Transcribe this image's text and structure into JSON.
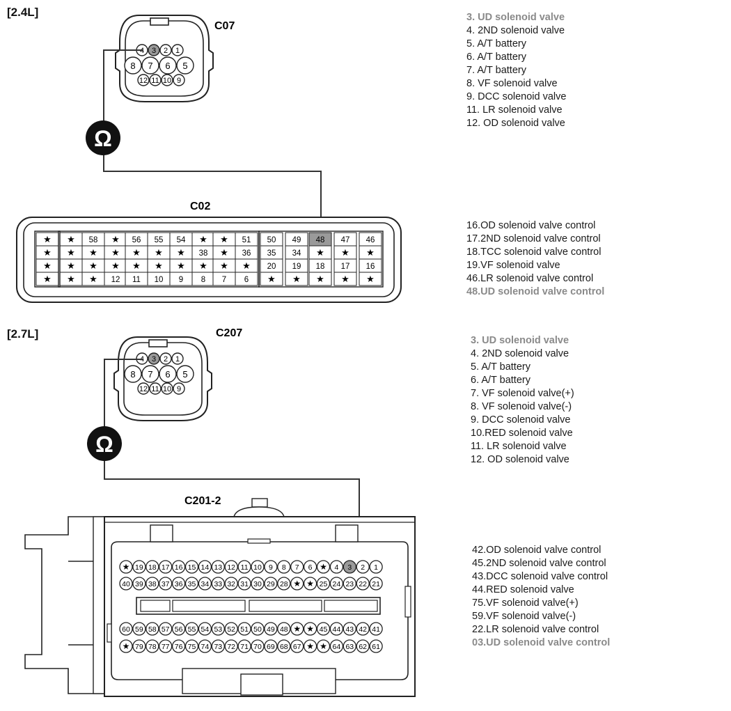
{
  "section_24": {
    "title": "[2.4L]",
    "connector_top": "C07",
    "connector_bottom": "C02",
    "c07_pins_top": [
      "4",
      "3",
      "2",
      "1"
    ],
    "c07_pins_mid": [
      "8",
      "7",
      "6",
      "5"
    ],
    "c07_pins_bot": [
      "12",
      "11",
      "10",
      "9"
    ],
    "c02_rows": [
      [
        "★",
        "★",
        "58",
        "★",
        "56",
        "55",
        "54",
        "★",
        "★",
        "51",
        "50",
        "49",
        "48",
        "47",
        "46"
      ],
      [
        "★",
        "★",
        "★",
        "★",
        "★",
        "★",
        "★",
        "38",
        "★",
        "36",
        "35",
        "34",
        "★",
        "★",
        "★"
      ],
      [
        "★",
        "★",
        "★",
        "★",
        "★",
        "★",
        "★",
        "★",
        "★",
        "★",
        "20",
        "19",
        "18",
        "17",
        "16"
      ],
      [
        "★",
        "★",
        "★",
        "12",
        "11",
        "10",
        "9",
        "8",
        "7",
        "6",
        "★",
        "★",
        "★",
        "★",
        "★"
      ]
    ],
    "legend_top": [
      {
        "text": "3. UD solenoid valve",
        "highlight": true
      },
      {
        "text": "4. 2ND solenoid valve",
        "highlight": false
      },
      {
        "text": "5. A/T battery",
        "highlight": false
      },
      {
        "text": "6. A/T battery",
        "highlight": false
      },
      {
        "text": "7. A/T battery",
        "highlight": false
      },
      {
        "text": "8. VF solenoid valve",
        "highlight": false
      },
      {
        "text": "9. DCC solenoid valve",
        "highlight": false
      },
      {
        "text": "11. LR solenoid valve",
        "highlight": false
      },
      {
        "text": "12. OD solenoid valve",
        "highlight": false
      }
    ],
    "legend_bottom": [
      {
        "text": "16.OD solenoid valve control",
        "highlight": false
      },
      {
        "text": "17.2ND solenoid valve control",
        "highlight": false
      },
      {
        "text": "18.TCC solenoid valve control",
        "highlight": false
      },
      {
        "text": "19.VF solenoid valve",
        "highlight": false
      },
      {
        "text": "46.LR solenoid valve control",
        "highlight": false
      },
      {
        "text": "48.UD solenoid valve control",
        "highlight": true
      }
    ]
  },
  "section_27": {
    "title": "[2.7L]",
    "connector_top": "C207",
    "connector_bottom": "C201-2",
    "c207_pins_top": [
      "4",
      "3",
      "2",
      "1"
    ],
    "c207_pins_mid": [
      "8",
      "7",
      "6",
      "5"
    ],
    "c207_pins_bot": [
      "12",
      "11",
      "10",
      "9"
    ],
    "c201_row1": [
      "★",
      "19",
      "18",
      "17",
      "16",
      "15",
      "14",
      "13",
      "12",
      "11",
      "10",
      "9",
      "8",
      "7",
      "6",
      "★",
      "4",
      "3",
      "2",
      "1"
    ],
    "c201_row2": [
      "40",
      "39",
      "38",
      "37",
      "36",
      "35",
      "34",
      "33",
      "32",
      "31",
      "30",
      "29",
      "28",
      "★",
      "★",
      "25",
      "24",
      "23",
      "22",
      "21"
    ],
    "c201_row3": [
      "60",
      "59",
      "58",
      "57",
      "56",
      "55",
      "54",
      "53",
      "52",
      "51",
      "50",
      "49",
      "48",
      "★",
      "★",
      "45",
      "44",
      "43",
      "42",
      "41"
    ],
    "c201_row4": [
      "★",
      "79",
      "78",
      "77",
      "76",
      "75",
      "74",
      "73",
      "72",
      "71",
      "70",
      "69",
      "68",
      "67",
      "★",
      "★",
      "64",
      "63",
      "62",
      "61"
    ],
    "legend_top": [
      {
        "text": "3. UD solenoid valve",
        "highlight": true
      },
      {
        "text": "4. 2ND solenoid valve",
        "highlight": false
      },
      {
        "text": "5. A/T battery",
        "highlight": false
      },
      {
        "text": "6. A/T battery",
        "highlight": false
      },
      {
        "text": "7. VF solenoid valve(+)",
        "highlight": false
      },
      {
        "text": "8. VF solenoid valve(-)",
        "highlight": false
      },
      {
        "text": "9. DCC solenoid valve",
        "highlight": false
      },
      {
        "text": "10.RED solenoid valve",
        "highlight": false
      },
      {
        "text": "11. LR solenoid valve",
        "highlight": false
      },
      {
        "text": "12. OD solenoid valve",
        "highlight": false
      }
    ],
    "legend_bottom": [
      {
        "text": "42.OD solenoid valve control",
        "highlight": false
      },
      {
        "text": "45.2ND solenoid valve control",
        "highlight": false
      },
      {
        "text": "43.DCC solenoid valve control",
        "highlight": false
      },
      {
        "text": "44.RED solenoid valve",
        "highlight": false
      },
      {
        "text": "75.VF solenoid valve(+)",
        "highlight": false
      },
      {
        "text": "59.VF solenoid valve(-)",
        "highlight": false
      },
      {
        "text": "22.LR solenoid valve control",
        "highlight": false
      },
      {
        "text": "03.UD solenoid valve control",
        "highlight": true
      }
    ]
  },
  "meter_symbol": "Ω",
  "colors": {
    "wire": "#333333",
    "highlight_pin": "#9a9a9a",
    "highlight_text": "#8a8a8a"
  }
}
